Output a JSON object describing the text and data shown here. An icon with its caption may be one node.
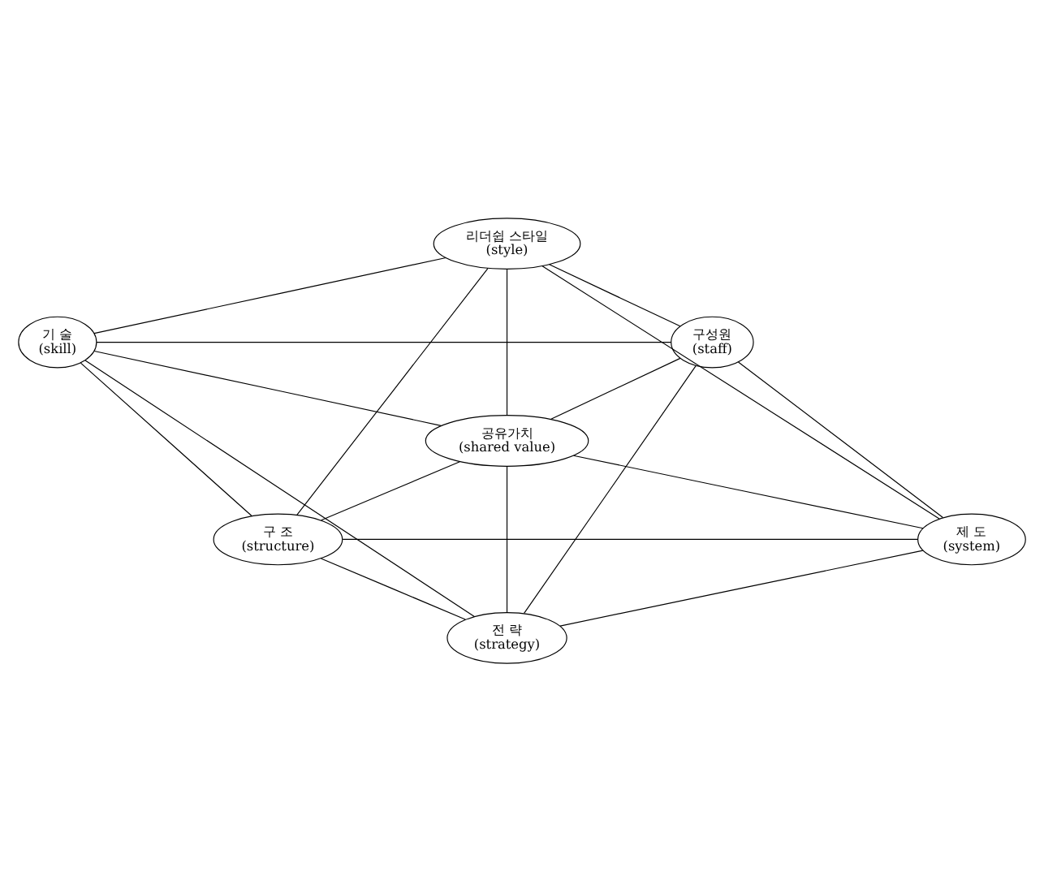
{
  "diagram": {
    "nodes": [
      {
        "text": [
          "리더쉽 스타일",
          "(style)"
        ]
      },
      {
        "text": [
          "기 술",
          "(skill)"
        ]
      },
      {
        "text": [
          "구성원",
          "(staff)"
        ]
      },
      {
        "text": [
          "공유가치",
          "(shared value)"
        ]
      },
      {
        "text": [
          "구 조",
          "(structure)"
        ]
      },
      {
        "text": [
          "제 도",
          "(system)"
        ]
      },
      {
        "text": [
          "전 략",
          "(strategy)"
        ]
      }
    ],
    "edges": [
      {
        "from": 0,
        "to": 2,
        "arrow": "none"
      },
      {
        "from": 2,
        "to": 5,
        "arrow": "none"
      },
      {
        "from": 5,
        "to": 6,
        "arrow": "none"
      },
      {
        "from": 6,
        "to": 4,
        "arrow": "none"
      },
      {
        "from": 4,
        "to": 1,
        "arrow": "none"
      },
      {
        "from": 1,
        "to": 0,
        "arrow": "none"
      },
      {
        "from": 0,
        "to": 3,
        "arrow": "none"
      },
      {
        "from": 0,
        "to": 4,
        "arrow": "none"
      },
      {
        "from": 0,
        "to": 5,
        "arrow": "none"
      },
      {
        "from": 1,
        "to": 2,
        "arrow": "none"
      },
      {
        "from": 1,
        "to": 3,
        "arrow": "none"
      },
      {
        "from": 1,
        "to": 6,
        "arrow": "none"
      },
      {
        "from": 2,
        "to": 3,
        "arrow": "none"
      },
      {
        "from": 2,
        "to": 6,
        "arrow": "none"
      },
      {
        "from": 4,
        "to": 3,
        "arrow": "none"
      },
      {
        "from": 4,
        "to": 5,
        "arrow": "none"
      },
      {
        "from": 5,
        "to": 3,
        "arrow": "none"
      },
      {
        "from": 6,
        "to": 3,
        "arrow": "none"
      }
    ]
  }
}
